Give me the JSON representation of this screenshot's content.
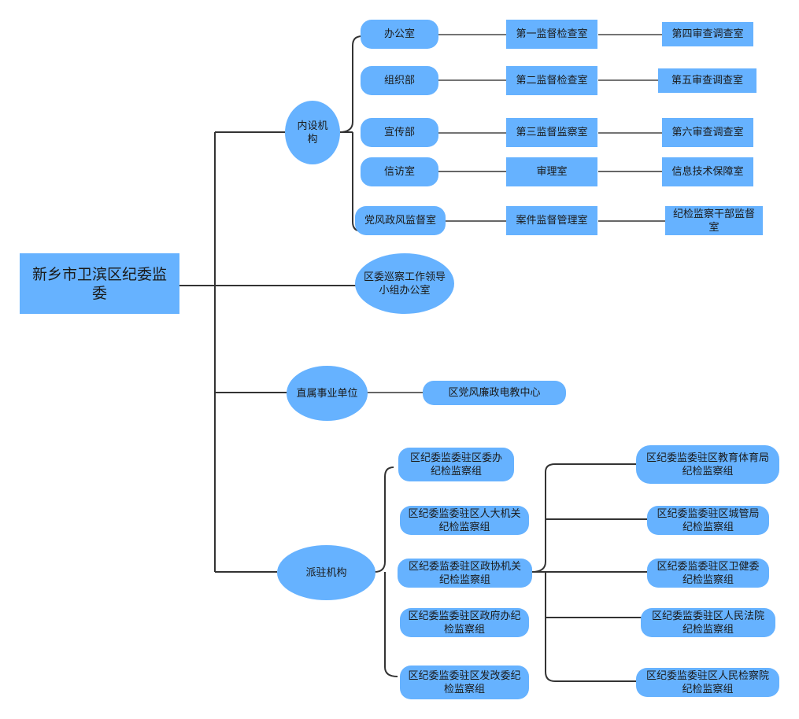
{
  "diagram": {
    "type": "org-chart",
    "colors": {
      "node_fill": "#66b2ff",
      "line": "#333333",
      "text": "#1a1a1a",
      "background": "#ffffff"
    },
    "root": {
      "label": "新乡市卫滨区纪委监委"
    },
    "branches": {
      "internal": {
        "label": "内设机构",
        "col1": [
          "办公室",
          "组织部",
          "宣传部",
          "信访室",
          "党风政风监督室"
        ],
        "col2": [
          "第一监督检查室",
          "第二监督检查室",
          "第三监督监察室",
          "审理室",
          "案件监督管理室"
        ],
        "col3": [
          "第四审查调查室",
          "第五审查调查室",
          "第六审查调查室",
          "信息技术保障室",
          "纪检监察干部监督室"
        ]
      },
      "inspection": {
        "label": "区委巡察工作领导小组办公室"
      },
      "affiliated": {
        "label": "直属事业单位",
        "children": [
          "区党风廉政电教中心"
        ]
      },
      "dispatched": {
        "label": "派驻机构",
        "col1": [
          "区纪委监委驻区委办纪检监察组",
          "区纪委监委驻区人大机关纪检监察组",
          "区纪委监委驻区政协机关纪检监察组",
          "区纪委监委驻区政府办纪检监察组",
          "区纪委监委驻区发改委纪检监察组"
        ],
        "col2": [
          "区纪委监委驻区教育体育局纪检监察组",
          "区纪委监委驻区城管局纪检监察组",
          "区纪委监委驻区卫健委纪检监察组",
          "区纪委监委驻区人民法院纪检监察组",
          "区纪委监委驻区人民检察院纪检监察组"
        ]
      }
    }
  }
}
